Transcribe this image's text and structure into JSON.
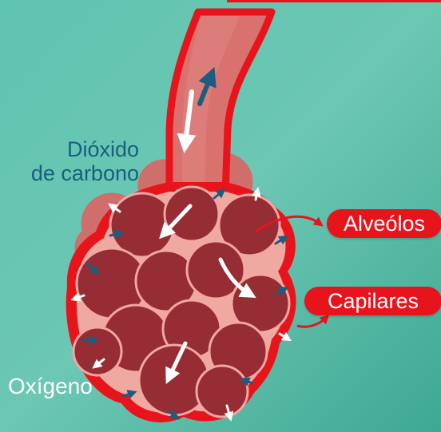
{
  "labels": {
    "co2_line1": "Dióxido",
    "co2_line2": "de carbono",
    "oxygen": "Oxígeno",
    "alveolos": "Alveólos",
    "capilares": "Capilares"
  },
  "colors": {
    "background": "#4fb8a4",
    "membrane": "#e8141c",
    "alveolus_fill": "#962c34",
    "alveolus_outline": "#f2a7a3",
    "capillary": "#f0a9a1",
    "co2_arrow": "#1a5d7e",
    "oxygen_arrow": "#ffffff"
  },
  "icons": [
    "white-arrow-icon",
    "blue-arrow-icon"
  ]
}
